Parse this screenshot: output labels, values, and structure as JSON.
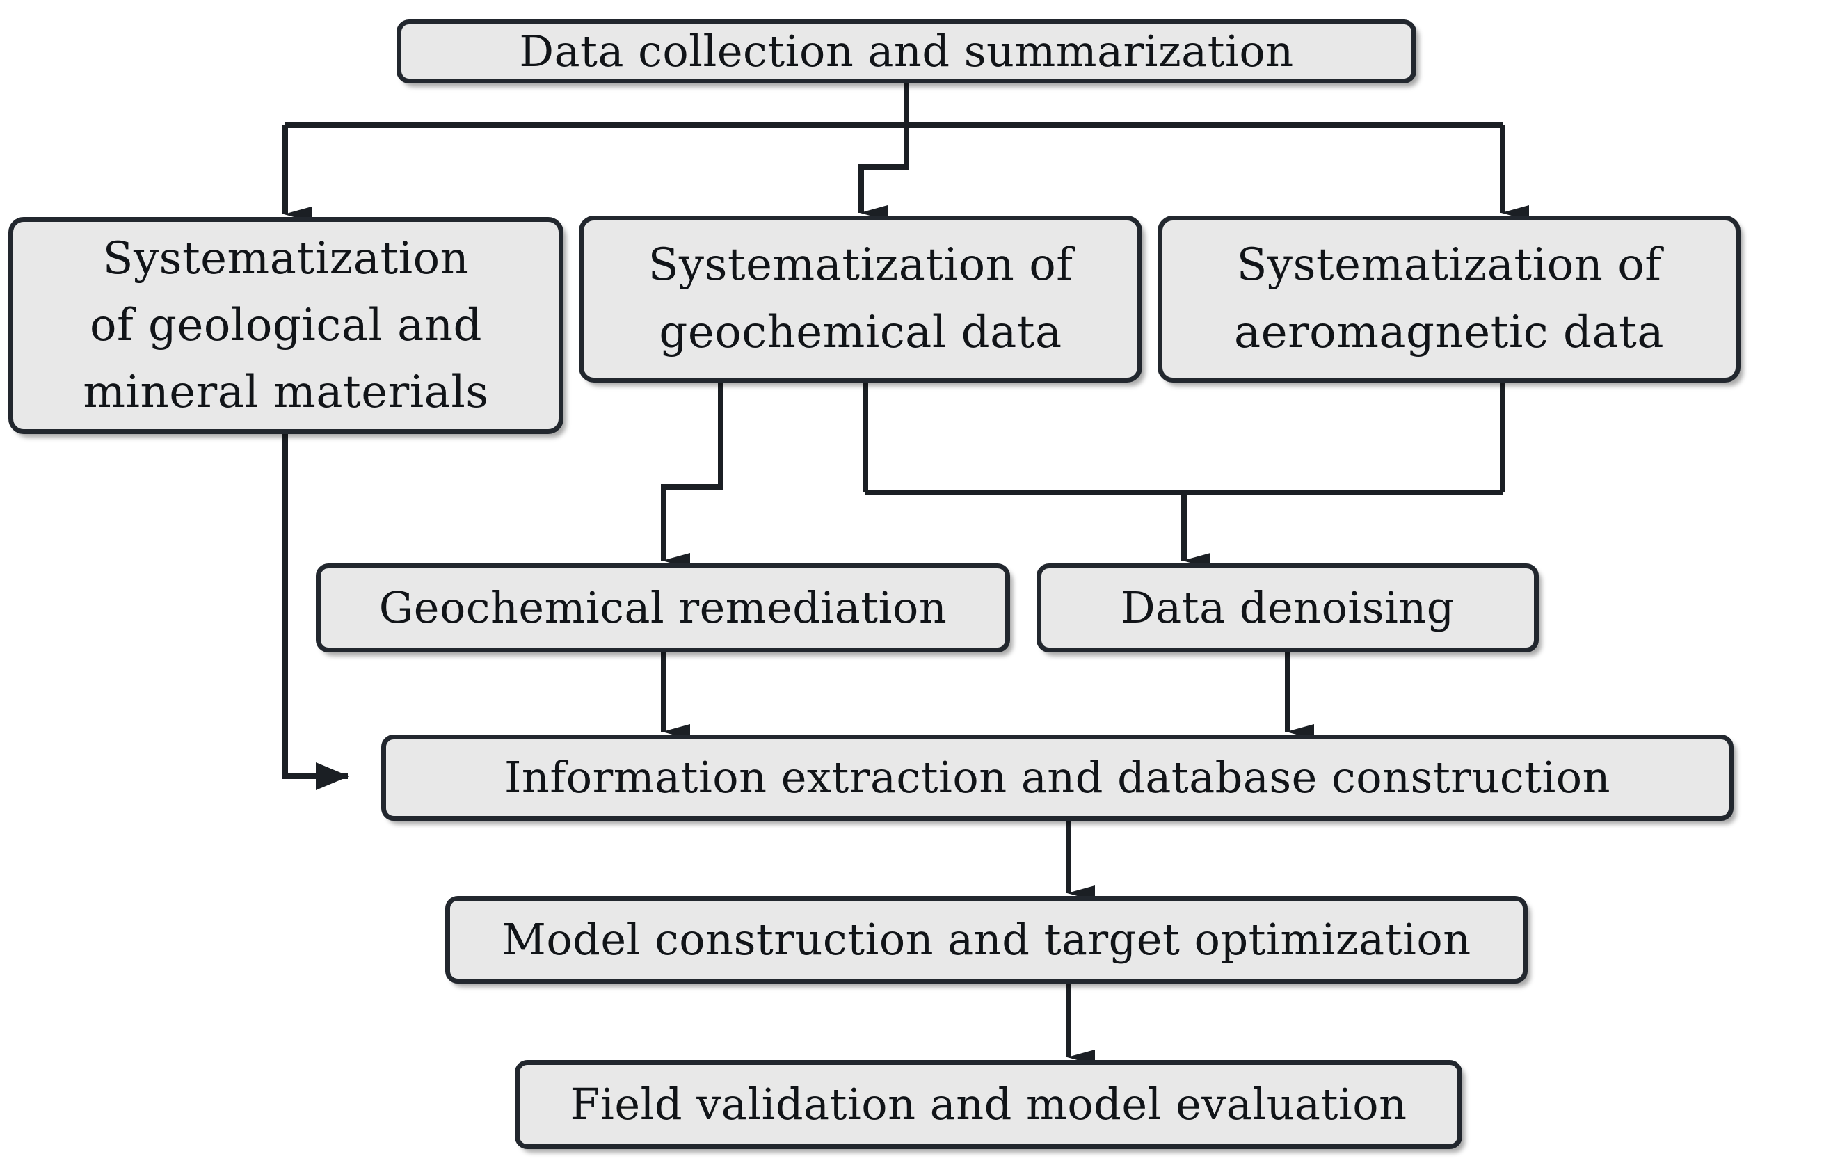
{
  "diagram": {
    "title": "Data collection and summarization workflow",
    "background_color": "#ffffff",
    "box_fill_color": "#e8e8e8",
    "box_border_color": "#22272e",
    "connector_color": "#1b1f24",
    "text_color": "#111418"
  },
  "nodes": [
    {
      "id": "collect",
      "label": "Data collection and summarization"
    },
    {
      "id": "geological",
      "label": "Systematization\nof geological and\nmineral materials"
    },
    {
      "id": "geochemical",
      "label": "Systematization of\ngeochemical data"
    },
    {
      "id": "aeromagnetic",
      "label": "Systematization of\naeromagnetic data"
    },
    {
      "id": "remediation",
      "label": "Geochemical remediation"
    },
    {
      "id": "denoising",
      "label": "Data denoising"
    },
    {
      "id": "infoextract",
      "label": "Information extraction and database construction"
    },
    {
      "id": "modelconstr",
      "label": "Model construction and target optimization"
    },
    {
      "id": "fieldvalid",
      "label": "Field validation and model evaluation"
    }
  ],
  "edges": [
    {
      "from": "collect",
      "to": "geological"
    },
    {
      "from": "collect",
      "to": "geochemical"
    },
    {
      "from": "collect",
      "to": "aeromagnetic"
    },
    {
      "from": "geochemical",
      "to": "remediation"
    },
    {
      "from": "geochemical",
      "to": "denoising"
    },
    {
      "from": "aeromagnetic",
      "to": "denoising"
    },
    {
      "from": "geological",
      "to": "infoextract"
    },
    {
      "from": "remediation",
      "to": "infoextract"
    },
    {
      "from": "denoising",
      "to": "infoextract"
    },
    {
      "from": "infoextract",
      "to": "modelconstr"
    },
    {
      "from": "modelconstr",
      "to": "fieldvalid"
    }
  ]
}
